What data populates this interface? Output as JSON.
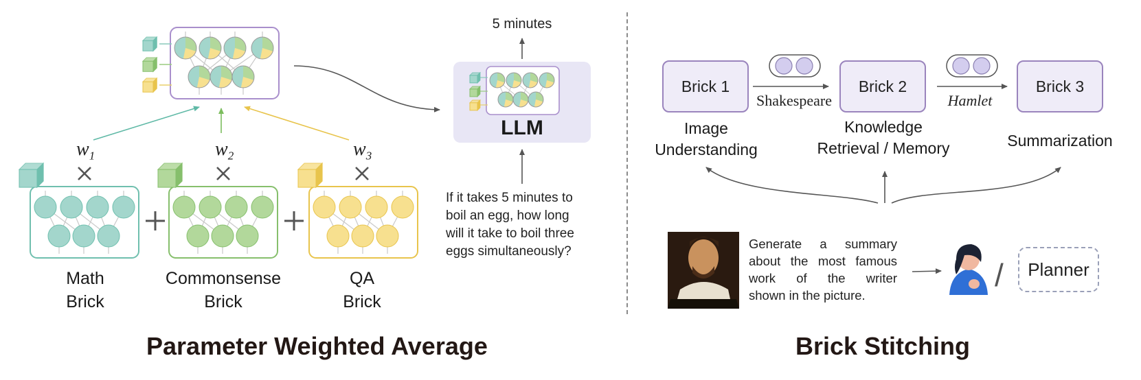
{
  "left": {
    "title": "Parameter Weighted Average",
    "bricks": [
      {
        "name": "Math",
        "suffix": "Brick"
      },
      {
        "name": "Commonsense",
        "suffix": "Brick"
      },
      {
        "name": "QA",
        "suffix": "Brick"
      }
    ],
    "weights": [
      "w",
      "w",
      "w"
    ],
    "weight_subscripts": [
      "1",
      "2",
      "3"
    ],
    "times_symbol": "✕",
    "plus_symbol": "+",
    "llm_label": "LLM",
    "output": "5 minutes",
    "question_lines": [
      "If it takes 5 minutes to",
      "boil an egg, how long",
      "will it take to boil three",
      "eggs simultaneously?"
    ]
  },
  "right": {
    "title": "Brick Stitching",
    "bricks": [
      "Brick 1",
      "Brick 2",
      "Brick 3"
    ],
    "edge_labels": [
      "Shakespeare",
      "Hamlet"
    ],
    "roles": [
      [
        "Image",
        "Understanding"
      ],
      [
        "Knowledge",
        "Retrieval / Memory"
      ],
      [
        "Summarization"
      ]
    ],
    "prompt_lines": [
      "Generate a summary",
      "about the most famous",
      "work of the writer",
      "shown in the picture."
    ],
    "separator": "/",
    "planner": "Planner"
  },
  "colors": {
    "teal": "#a3d6cc",
    "teal_stroke": "#6fbfae",
    "green": "#b2d89b",
    "green_stroke": "#86bf6c",
    "yellow": "#f7e08f",
    "yellow_stroke": "#e8c44c",
    "purple": "#9a84bd",
    "llm_bg": "#e8e6f5"
  }
}
